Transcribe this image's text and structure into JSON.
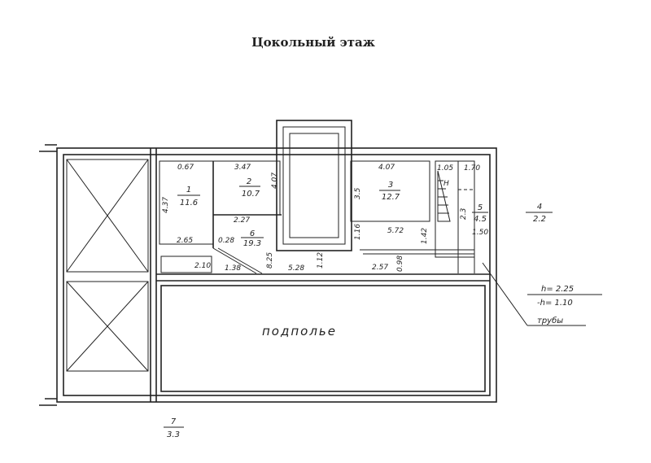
{
  "title": "Цокольный этаж",
  "rooms": [
    {
      "num": "1",
      "area": "11.6"
    },
    {
      "num": "2",
      "area": "10.7"
    },
    {
      "num": "3",
      "area": "12.7"
    },
    {
      "num": "4",
      "area": "2.2"
    },
    {
      "num": "5",
      "area": "4.5"
    },
    {
      "num": "6",
      "area": "19.3"
    },
    {
      "num": "7",
      "area": "3.3"
    }
  ],
  "dims": {
    "r1_top": "0.67",
    "r1_side": "4.37",
    "r1_bottom": "2.65",
    "r2_top": "3.47",
    "r2_side": "4.07",
    "r6_a": "2.27",
    "r6_b": "0.28",
    "r6_c": "8.25",
    "r6_d": "5.28",
    "r6_e": "1.12",
    "stair_a": "2.10",
    "stair_b": "1.38",
    "r3_top": "4.07",
    "r3_side": "3.5",
    "corr_a": "5.72",
    "corr_b": "1.16",
    "corr_c": "1.42",
    "low_a": "2.57",
    "low_b": "0.98",
    "st_top": "1.05",
    "st_mark": "H",
    "r5_top": "1.70",
    "r5_side": "2.3",
    "r5_dim": "1.50"
  },
  "underfloor": "подполье",
  "height_note": {
    "h": "h= 2.25",
    "minus_h": "-h= 1.10",
    "pipes": "трубы"
  }
}
